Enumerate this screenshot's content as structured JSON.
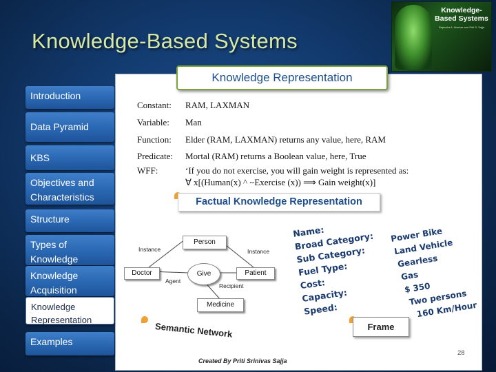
{
  "slide": {
    "title": "Knowledge-Based  Systems",
    "subtitle": "Knowledge Representation",
    "page_number": "28",
    "credit": "Created By Priti Srinivas Sajja"
  },
  "cover": {
    "title": "Knowledge-Based Systems",
    "authors": "Rajendra A. Akerkar and Priti S. Sajja"
  },
  "sidebar": {
    "items": [
      {
        "label": "Introduction"
      },
      {
        "label": "Data Pyramid"
      },
      {
        "label": "KBS"
      },
      {
        "label": "Objectives and Characteristics"
      },
      {
        "label": "Structure"
      },
      {
        "label": "Types of Knowledge"
      },
      {
        "label": "Knowledge Acquisition"
      },
      {
        "label": "Knowledge Representation"
      },
      {
        "label": "Examples"
      }
    ]
  },
  "definitions": [
    {
      "term": "Constant:",
      "text": "RAM, LAXMAN"
    },
    {
      "term": "Variable:",
      "text": "Man"
    },
    {
      "term": "Function:",
      "text": "Elder (RAM, LAXMAN) returns any value, here, RAM"
    },
    {
      "term": "Predicate:",
      "text": "Mortal (RAM) returns a Boolean value, here, True"
    },
    {
      "term": "WFF:",
      "text": "‘If you do not exercise, you will gain weight is represented as:",
      "text2": "∀ x[(Human(x) ^ ~Exercise (x)) ⟹ Gain weight(x)]"
    }
  ],
  "factual_label": "Factual Knowledge Representation",
  "semantic_network": {
    "label": "Semantic Network",
    "nodes": {
      "person": "Person",
      "doctor": "Doctor",
      "give": "Give",
      "patient": "Patient",
      "medicine": "Medicine"
    },
    "edges": {
      "instance_left": "Instance",
      "instance_right": "Instance",
      "agent": "Agent",
      "recipient": "Recipient"
    }
  },
  "frame": {
    "label": "Frame",
    "slots": [
      "Name:",
      "Broad Category:",
      "Sub Category:",
      "Fuel Type:",
      "Cost:",
      "Capacity:",
      "Speed:"
    ],
    "values": [
      "Power Bike",
      "Land Vehicle",
      "Gearless",
      "Gas",
      "$ 350",
      "Two persons",
      "160 Km/Hour"
    ]
  },
  "colors": {
    "title_text": "#d6e9a6",
    "nav_blue": "#2a67b2",
    "label_blue": "#1f4e8c",
    "bullet_orange": "#f0a030"
  }
}
